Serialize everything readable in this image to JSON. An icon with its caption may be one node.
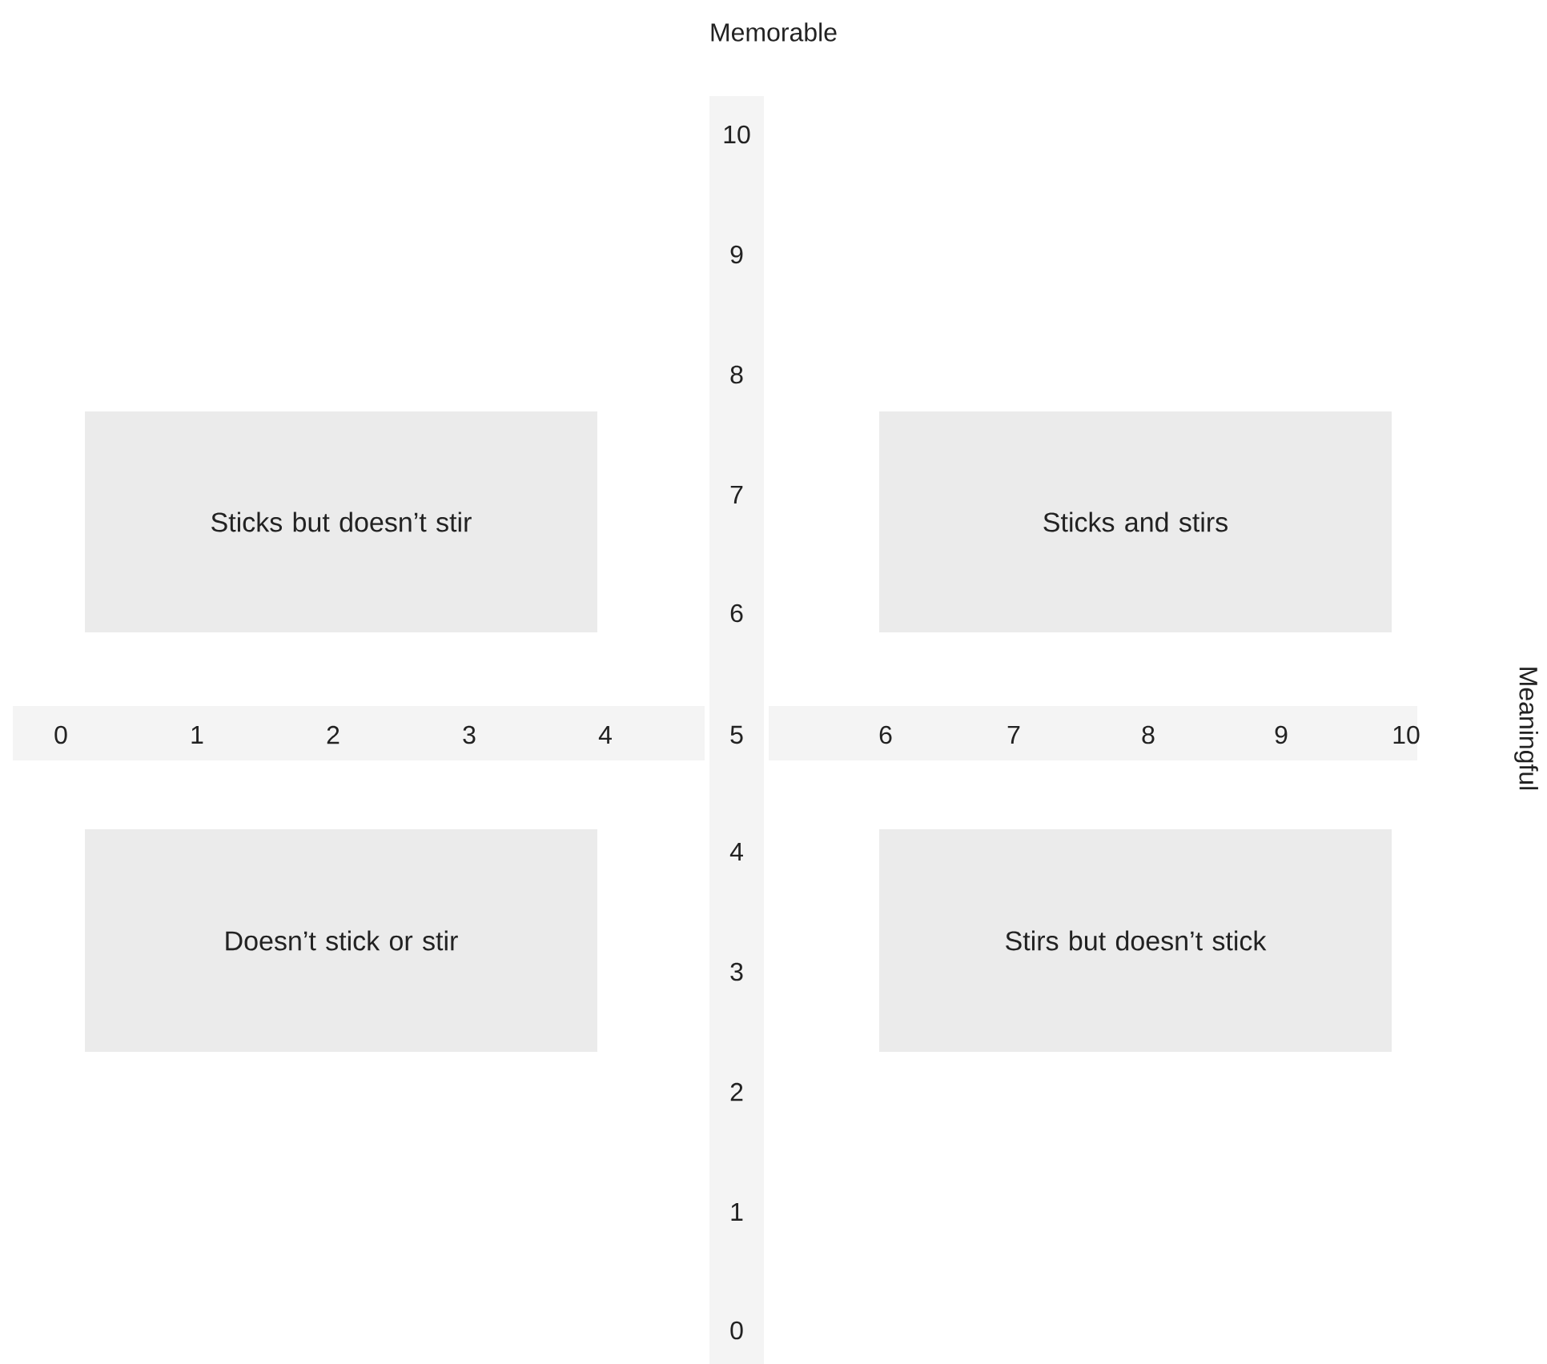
{
  "diagram": {
    "nodes": [
      {
        "text": [
          "Sticks but doesn’t stir"
        ]
      },
      {
        "text": [
          "Sticks and stirs"
        ]
      },
      {
        "text": [
          "Doesn’t stick or stir"
        ]
      },
      {
        "text": [
          "Stirs but doesn’t stick"
        ]
      }
    ],
    "labels": [
      "Memorable",
      "10",
      "9",
      "8",
      "7",
      "6",
      "0",
      "1",
      "2",
      "3",
      "4",
      "5",
      "6",
      "7",
      "8",
      "9",
      "10",
      "Meaningful",
      "4",
      "3",
      "2",
      "1",
      "0"
    ]
  }
}
